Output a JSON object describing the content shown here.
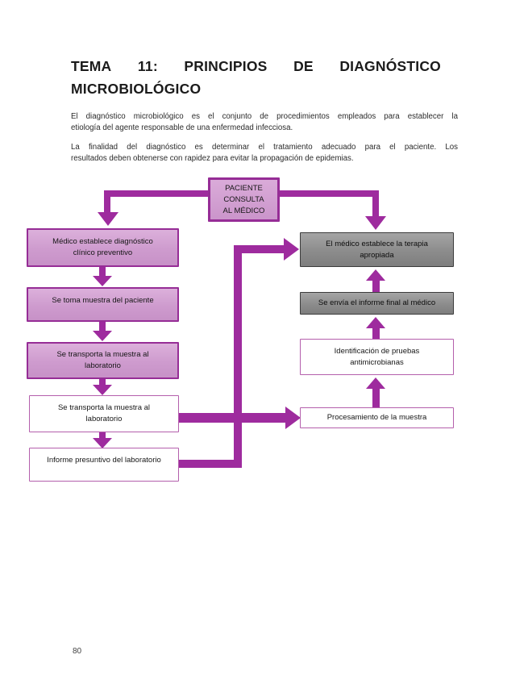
{
  "document": {
    "title": {
      "line1_words": [
        "TEMA",
        "11:",
        "PRINCIPIOS",
        "DE",
        "DIAGNÓSTICO"
      ],
      "line2": "MICROBIOLÓGICO"
    },
    "paragraphs": [
      {
        "lines": [
          "El diagnóstico microbiológico es el conjunto de procedimientos empleados para establecer la",
          "etiología del agente responsable de una enfermedad infecciosa."
        ]
      },
      {
        "lines": [
          "La finalidad del diagnóstico es determinar el tratamiento adecuado para el paciente. Los",
          "resultados deben obtenerse con rapidez para evitar la propagación de epidemias."
        ]
      }
    ],
    "page_number": "80"
  },
  "flowchart": {
    "nodes": {
      "paciente": {
        "lines": [
          "PACIENTE",
          "CONSULTA",
          "AL MÉDICO"
        ],
        "style": "purple-strong"
      },
      "diagnostico": {
        "lines": [
          "Médico establece diagnóstico",
          "clínico preventivo"
        ],
        "style": "purple"
      },
      "muestra": {
        "lines": [
          "Se toma muestra del paciente"
        ],
        "style": "purple"
      },
      "transporte1": {
        "lines": [
          "Se transporta la muestra al",
          "laboratorio"
        ],
        "style": "purple"
      },
      "transporte2": {
        "lines": [
          "Se transporta la muestra al",
          "laboratorio"
        ],
        "style": "white"
      },
      "informe_presuntivo": {
        "lines": [
          "Informe presuntivo del laboratorio"
        ],
        "style": "white"
      },
      "terapia": {
        "lines": [
          "El médico establece la terapia",
          "apropiada"
        ],
        "style": "gray"
      },
      "informe_final": {
        "lines": [
          "Se envía el informe final al médico"
        ],
        "style": "gray"
      },
      "identificacion": {
        "lines": [
          "Identificación de pruebas",
          "antimicrobianas"
        ],
        "style": "white"
      },
      "procesamiento": {
        "lines": [
          "Procesamiento de la muestra"
        ],
        "style": "white"
      }
    },
    "colors": {
      "connector": "#9E2B9E",
      "purple_box_border": "#962D96",
      "purple_box_fill_top": "#DCB0DB",
      "purple_box_fill_bottom": "#C791C7",
      "white_box_border": "#B45FAC",
      "gray_box_fill_top": "#A5A5A5",
      "gray_box_fill_bottom": "#7E7E7E",
      "gray_box_border": "#3C3C3C",
      "text": "#1F1F1F"
    }
  }
}
